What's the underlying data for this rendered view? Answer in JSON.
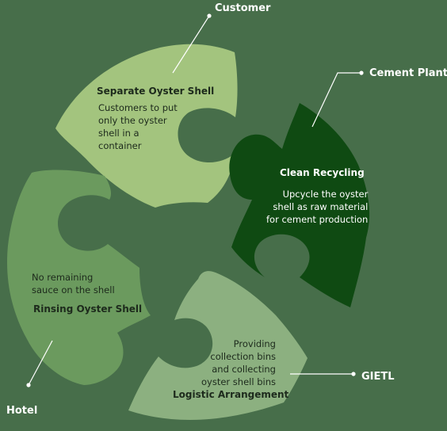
{
  "stakeholders": {
    "customer": "Customer",
    "cement_plant": "Cement Plant",
    "gietl": "GIETL",
    "hotel": "Hotel"
  },
  "pieces": {
    "separate": {
      "title": "Separate Oyster Shell",
      "desc": "Customers to put\nonly the oyster\nshell in a\ncontainer",
      "color": "#a3c47e"
    },
    "recycling": {
      "title": "Clean Recycling",
      "desc": "Upcycle the oyster\nshell as raw material\nfor cement production",
      "color": "#0f4a12"
    },
    "logistic": {
      "title": "Logistic Arrangement",
      "desc": "Providing\ncollection bins\nand collecting\noyster shell bins",
      "color": "#8cb080"
    },
    "rinsing": {
      "title": "Rinsing Oyster Shell",
      "desc": "No remaining\nsauce on the shell",
      "color": "#6b9a5e"
    }
  },
  "colors": {
    "background": "#476e4a",
    "connector": "#ffffff"
  }
}
